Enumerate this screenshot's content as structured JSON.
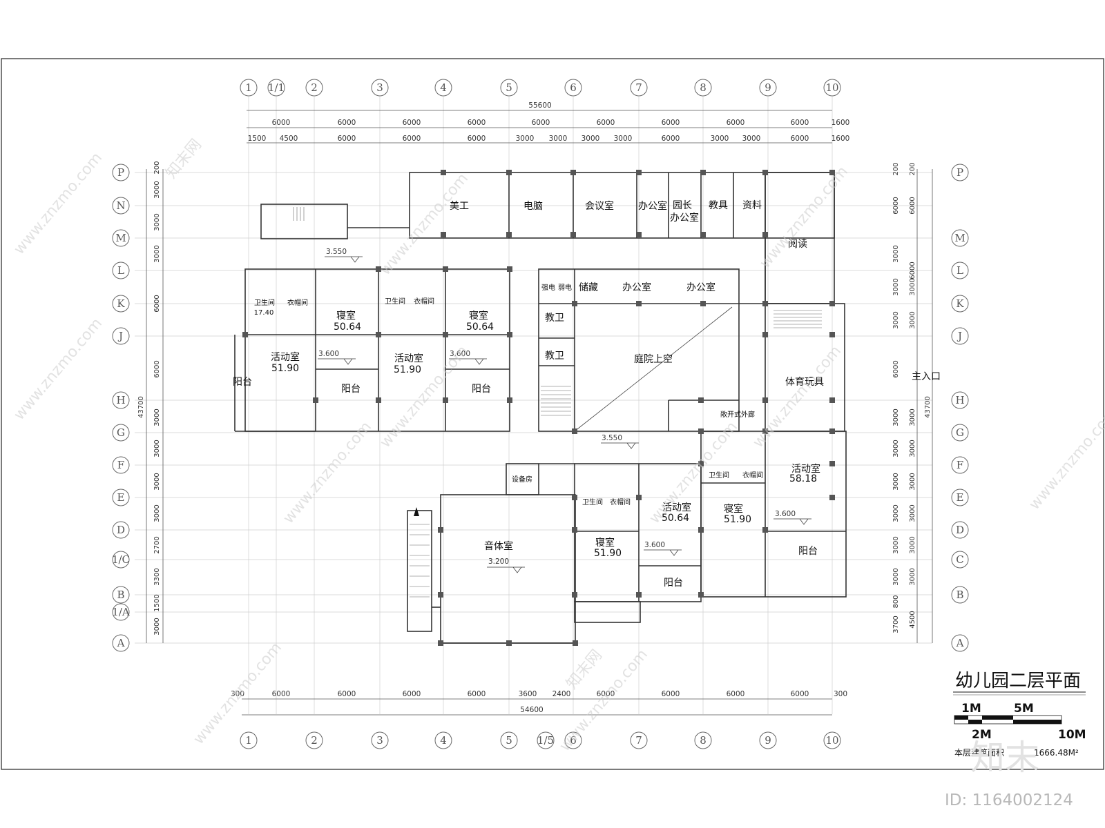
{
  "title": "幼儿园二层平面",
  "scale_bar": {
    "a": "1M",
    "b": "5M",
    "c": "2M",
    "d": "10M"
  },
  "area": {
    "label": "本层建筑面积",
    "value": "1666.48M²"
  },
  "entrance": "主入口",
  "col_labels": [
    "1",
    "1/1",
    "2",
    "3",
    "4",
    "5",
    "6",
    "7",
    "8",
    "9",
    "10"
  ],
  "col_labels_bottom": [
    "1",
    "2",
    "3",
    "4",
    "5",
    "1/5",
    "6",
    "7",
    "8",
    "9",
    "10"
  ],
  "row_labels_left": [
    "P",
    "N",
    "M",
    "L",
    "K",
    "J",
    "H",
    "G",
    "F",
    "E",
    "D",
    "1/C",
    "B",
    "1/A",
    "A"
  ],
  "row_labels_right": [
    "P",
    "M",
    "L",
    "K",
    "J",
    "H",
    "G",
    "F",
    "E",
    "D",
    "C",
    "B",
    "A"
  ],
  "dims": {
    "top_total": "55600",
    "top_row1": [
      "6000",
      "6000",
      "6000",
      "6000",
      "6000",
      "6000",
      "6000",
      "6000",
      "6000",
      "1600"
    ],
    "top_row2": [
      "1500",
      "4500",
      "6000",
      "6000",
      "6000",
      "3000",
      "3000",
      "3000",
      "3000",
      "6000",
      "3000",
      "3000",
      "6000",
      "1600"
    ],
    "bottom_row": [
      "300",
      "6000",
      "6000",
      "6000",
      "6000",
      "3600",
      "2400",
      "6000",
      "6000",
      "6000",
      "6000",
      "300"
    ],
    "bottom_total": "54600",
    "left_total": "43700",
    "left_col": [
      "200",
      "3000",
      "3000",
      "3000",
      "6000",
      "6000",
      "3000",
      "3000",
      "3000",
      "3000",
      "2700",
      "3300",
      "1500",
      "3000"
    ],
    "right_total": "43700",
    "right_col1": [
      "200",
      "6000",
      "3000",
      "3000",
      "3000",
      "6000",
      "3000",
      "3000",
      "3000",
      "3000",
      "3000",
      "3000",
      "800",
      "3700"
    ],
    "right_col2": [
      "200",
      "6000",
      "6000",
      "3000",
      "3000",
      "3000",
      "3000",
      "3000",
      "3000",
      "3000",
      "3000",
      "4500"
    ]
  },
  "rooms": {
    "meigong": "美工",
    "diannao": "电脑",
    "huiyi": "会议室",
    "bangong1": "办公室",
    "yuanzhang1": "园长",
    "yuanzhang2": "办公室",
    "jiaoju": "教具",
    "ziliao": "资料",
    "yuedu": "阅读",
    "qiangdian": "强电",
    "ruodian": "弱电",
    "chucang": "储藏",
    "bangong2": "办公室",
    "bangong3": "办公室",
    "jiaowei1": "教卫",
    "jiaowei2": "教卫",
    "tingyuan": "庭院上空",
    "tiyu": "体育玩具",
    "chang_lang": "敞开式外廊",
    "weisheng1": "卫生间",
    "weisheng1_area": "17.40",
    "yimao1": "衣帽间",
    "qinshi1": "寝室",
    "qinshi1_area": "50.64",
    "huodong1": "活动室",
    "huodong1_area": "51.90",
    "yangtai1": "阳台",
    "yangtai2": "阳台",
    "weisheng2": "卫生间",
    "yimao2": "衣帽间",
    "qinshi2": "寝室",
    "qinshi2_area": "50.64",
    "huodong2": "活动室",
    "huodong2_area": "51.90",
    "yangtai3": "阳台",
    "shebei": "设备房",
    "yinti": "音体室",
    "weisheng3": "卫生间",
    "yimao3": "衣帽间",
    "huodong3": "活动室",
    "huodong3_area": "50.64",
    "qinshi3": "寝室",
    "qinshi3_area": "51.90",
    "yangtai4": "阳台",
    "weisheng4": "卫生间",
    "yimao4": "衣帽间",
    "qinshi4": "寝室",
    "qinshi4_area": "51.90",
    "huodong4": "活动室",
    "huodong4_area": "58.18",
    "yangtai5": "阳台"
  },
  "levels": {
    "l1": "3.550",
    "l2": "3.600",
    "l3": "3.600",
    "l4": "3.550",
    "l5": "3.200",
    "l6": "3.600",
    "l7": "3.600"
  },
  "watermark": "www.znzmo.com",
  "watermark_cn": "知末网",
  "logo": "知末",
  "image_id": "ID: 1164002124"
}
